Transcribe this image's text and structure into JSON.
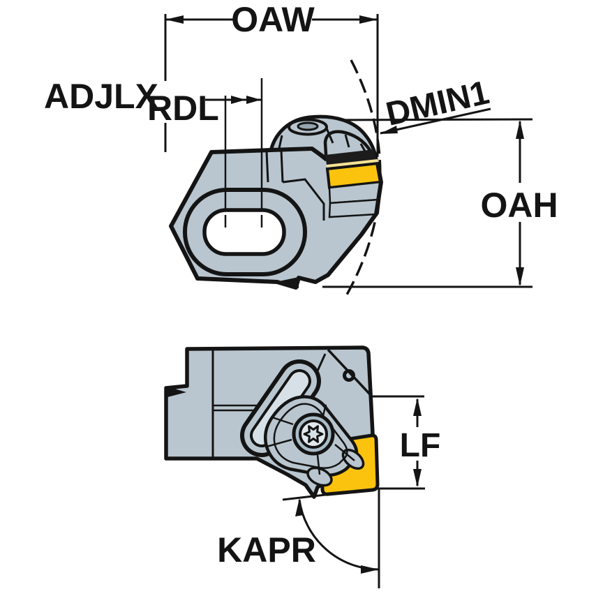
{
  "diagram": {
    "labels": {
      "oaw": "OAW",
      "adjlx": "ADJLX",
      "rdl": "RDL",
      "dmin1": "DMIN1",
      "oah": "OAH",
      "lf": "LF",
      "kapr": "KAPR"
    },
    "colors": {
      "background": "#ffffff",
      "outline": "#141414",
      "body": "#b9c6cf",
      "body_shade": "#9fb2bd",
      "face_light": "#d6e0e6",
      "face_lighter": "#e2e9ee",
      "insert_yellow": "#fbc30d",
      "insert_pale": "#f7e396",
      "band_dark": "#1c1c1c",
      "screw_ring": "#a9bbc6",
      "oval_dark": "#94a5b0"
    }
  }
}
